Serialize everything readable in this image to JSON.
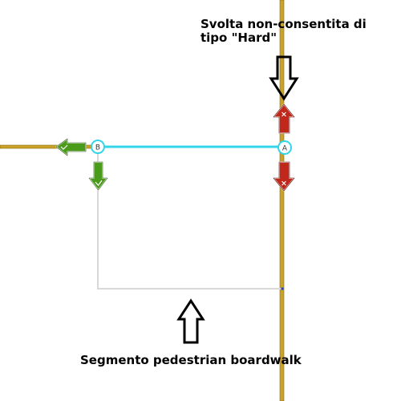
{
  "annotations": {
    "hard_turn_line1": "Svolta non-consentita di",
    "hard_turn_line2": "tipo \"Hard\"",
    "pedestrian_boardwalk": "Segmento pedestrian boardwalk"
  },
  "nodes": {
    "a": "A",
    "b": "B"
  },
  "colors": {
    "road": "#c9a227",
    "road_edge": "#8a6d10",
    "selected_segment": "#33d6e8",
    "boardwalk": "#d8d8d8",
    "allowed_turn": "#4a9b1a",
    "restricted_turn": "#c0281c",
    "node_ring": "#33d6e8"
  },
  "icons": {
    "allowed": "green-turn-arrow-icon",
    "restricted": "red-restricted-turn-arrow-icon",
    "pointer": "outline-pointer-arrow-icon"
  }
}
